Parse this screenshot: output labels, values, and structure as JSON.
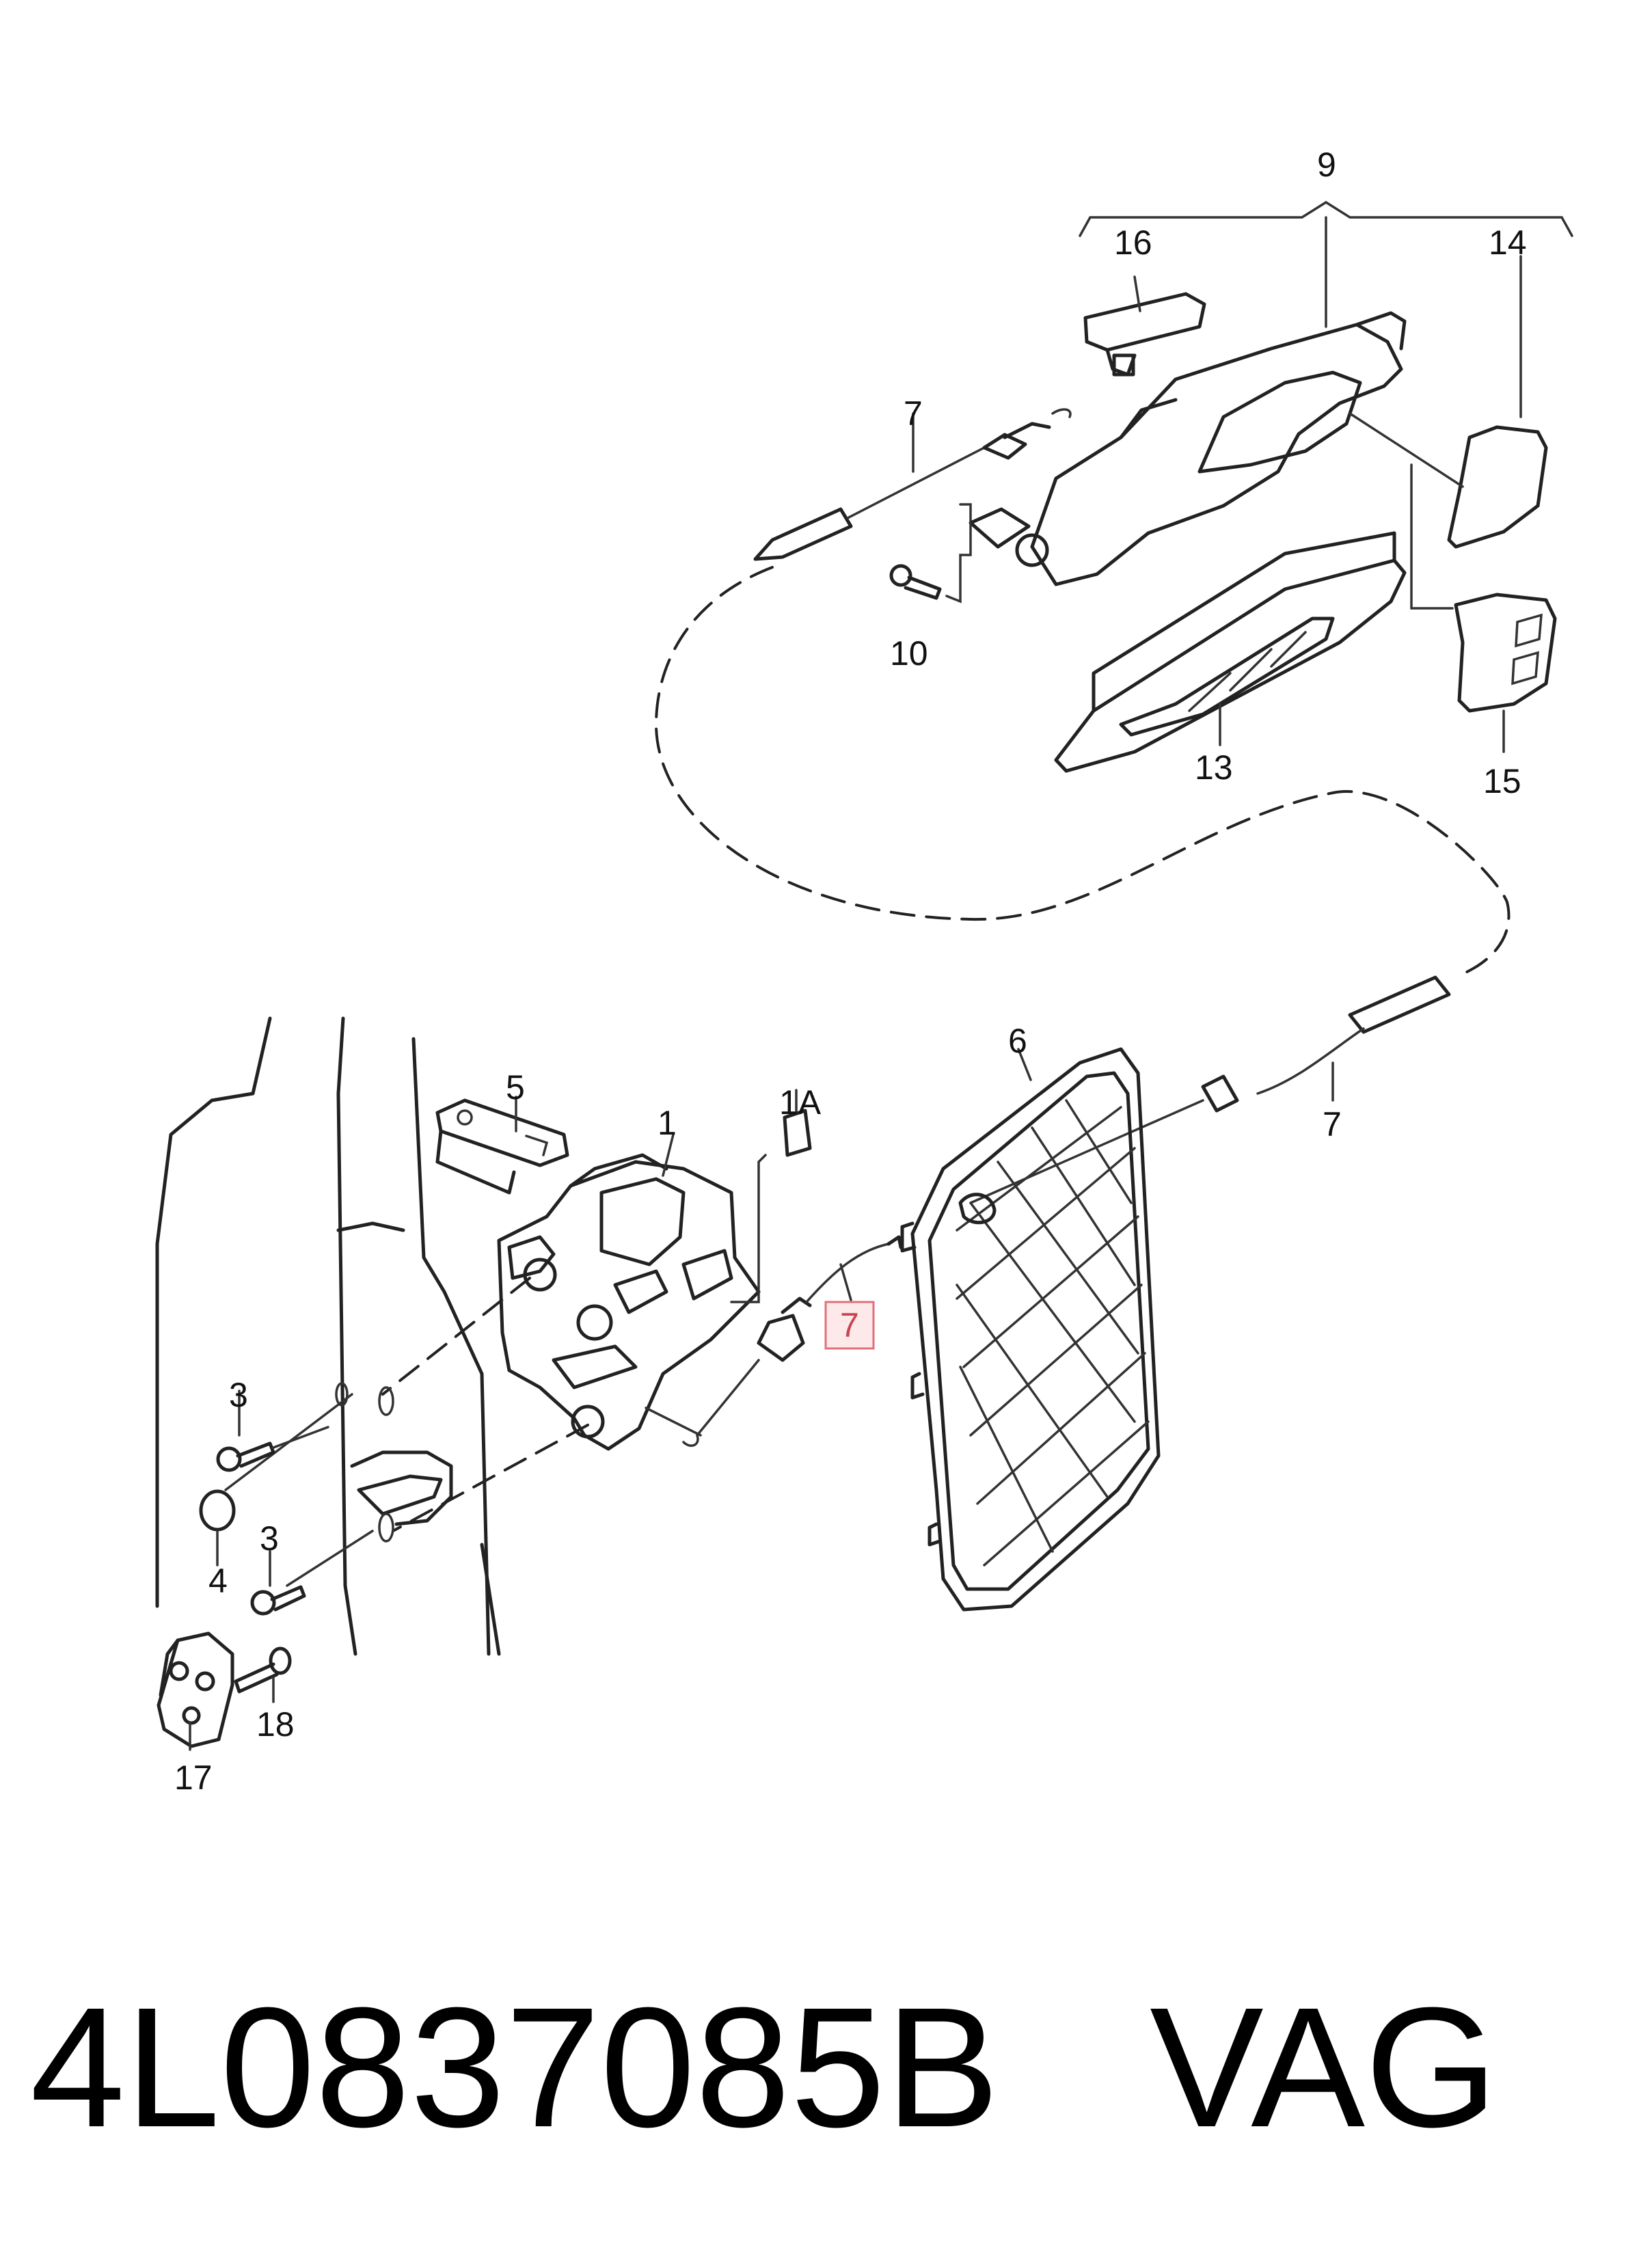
{
  "callouts": {
    "c9": "9",
    "c16": "16",
    "c14": "14",
    "c7a": "7",
    "c10": "10",
    "c13": "13",
    "c15": "15",
    "c6": "6",
    "c7b": "7",
    "c5": "5",
    "c1": "1",
    "c1a": "1A",
    "c7c": "7",
    "c3a": "3",
    "c4": "4",
    "c3b": "3",
    "c18": "18",
    "c17": "17"
  },
  "footer": {
    "part_number": "4L0837085B",
    "brand": "VAG"
  },
  "colors": {
    "highlight_fill": "#fde8ea",
    "highlight_stroke": "#e0707a",
    "line": "#222222"
  }
}
